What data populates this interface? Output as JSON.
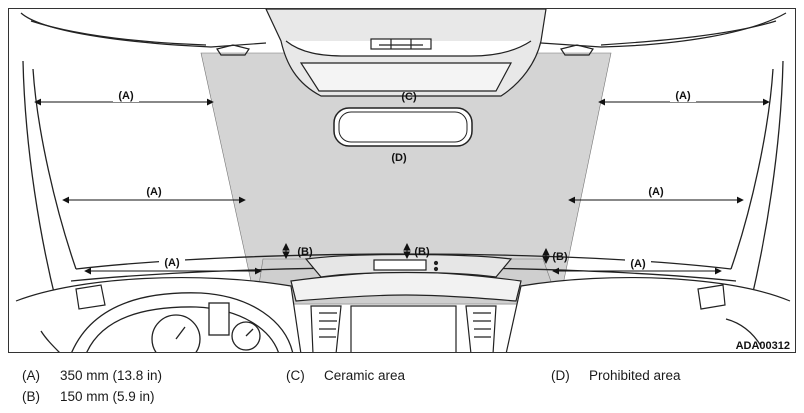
{
  "figure": {
    "labels": {
      "a": "(A)",
      "b": "(B)",
      "c": "(C)",
      "d": "(D)"
    },
    "figure_id": "ADA00312"
  },
  "legend": [
    {
      "key": "(A)",
      "text": "350 mm (13.8 in)"
    },
    {
      "key": "(B)",
      "text": "150 mm (5.9 in)"
    },
    {
      "key": "(C)",
      "text": "Ceramic area"
    },
    {
      "key": "(D)",
      "text": "Prohibited area"
    }
  ],
  "colors": {
    "prohibited_fill": "#d4d4d4",
    "line": "#222222",
    "background": "#ffffff"
  }
}
